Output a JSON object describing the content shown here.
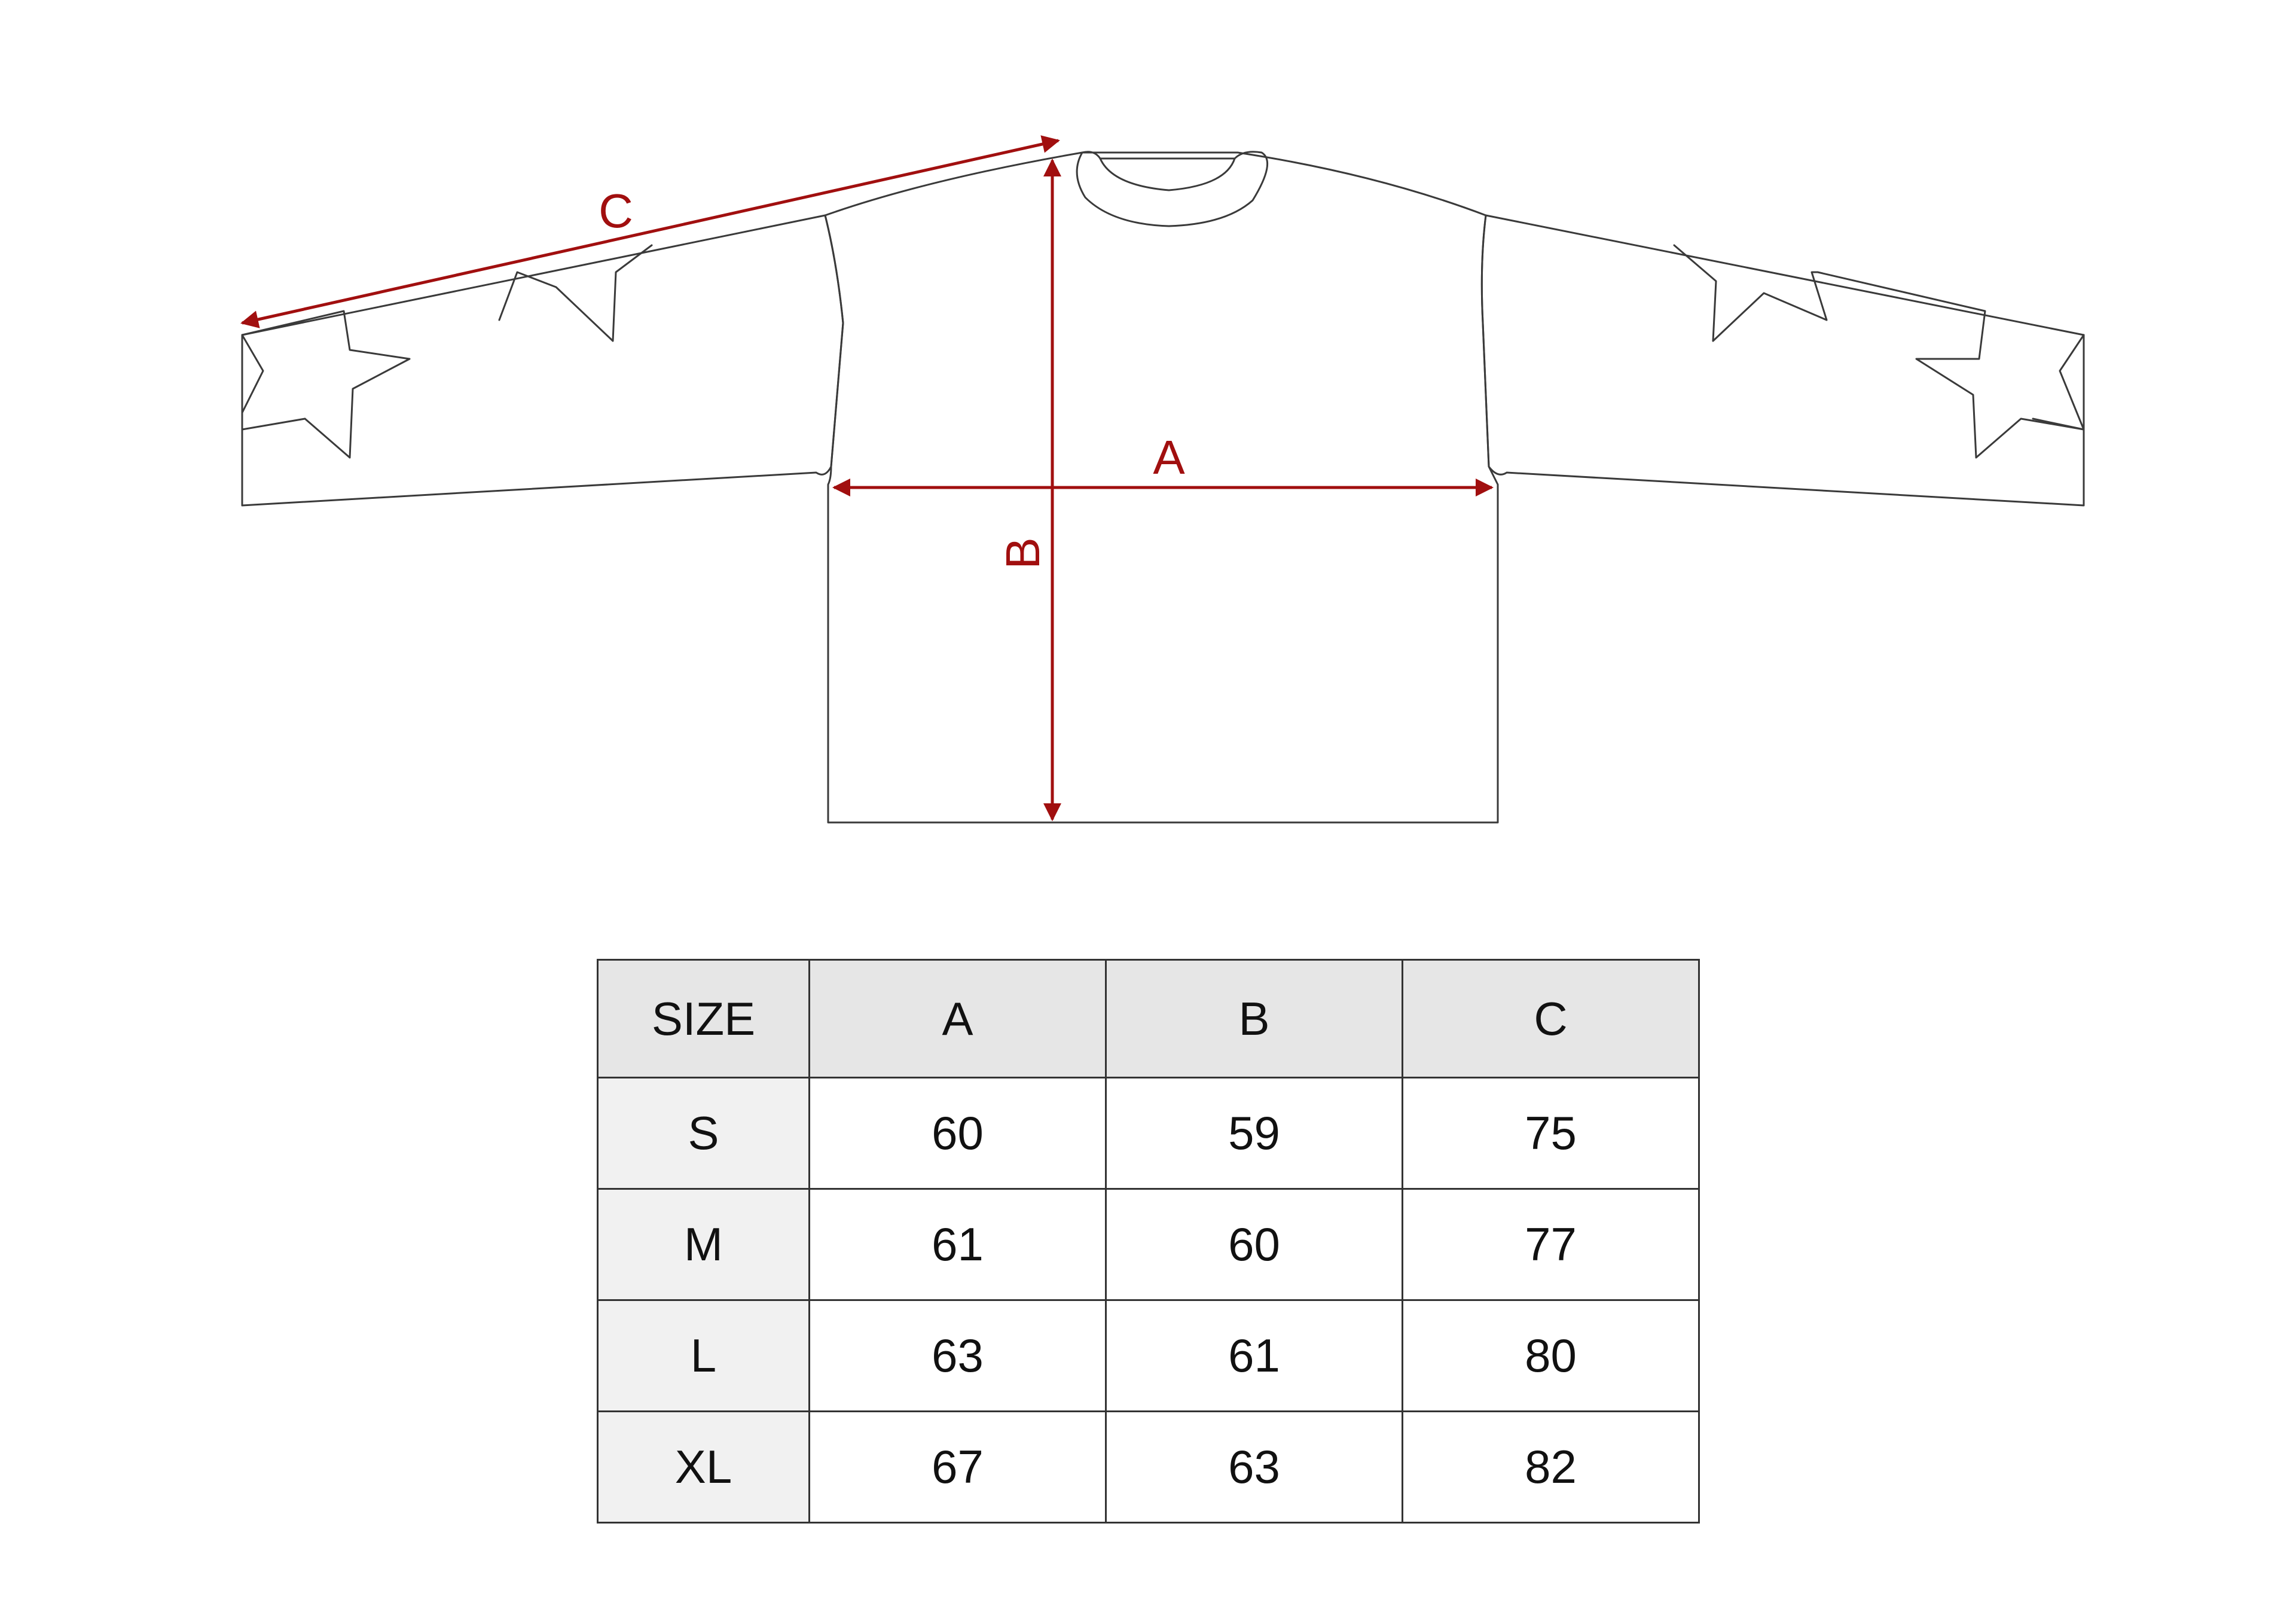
{
  "diagram": {
    "labels": {
      "a": "A",
      "b": "B",
      "c": "C"
    },
    "colors": {
      "dimension": "#a10f0f",
      "outline": "#3a3a3a"
    }
  },
  "table": {
    "headers": [
      "SIZE",
      "A",
      "B",
      "C"
    ],
    "rows": [
      {
        "size": "S",
        "a": "60",
        "b": "59",
        "c": "75"
      },
      {
        "size": "M",
        "a": "61",
        "b": "60",
        "c": "77"
      },
      {
        "size": "L",
        "a": "63",
        "b": "61",
        "c": "80"
      },
      {
        "size": "XL",
        "a": "67",
        "b": "63",
        "c": "82"
      }
    ]
  }
}
